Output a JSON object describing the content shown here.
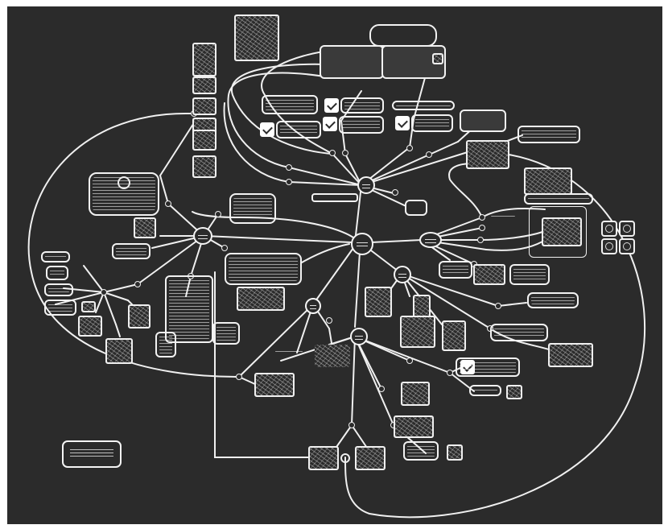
{
  "canvas": {
    "background": "#2b2b2b",
    "stroke": "#f2f2f2",
    "frame": "#ffffff"
  },
  "icons": {
    "checkbox": "checkmark-icon",
    "hub": "hub-node-icon",
    "connector": "connector-dot-icon",
    "logo": "circle-logo-icon"
  },
  "graph": {
    "hubs": [
      "hub-center",
      "hub-upper",
      "hub-left",
      "hub-right",
      "hub-lower",
      "hub-lower-left",
      "hub-mid-right"
    ],
    "task_checkboxes": 6
  }
}
